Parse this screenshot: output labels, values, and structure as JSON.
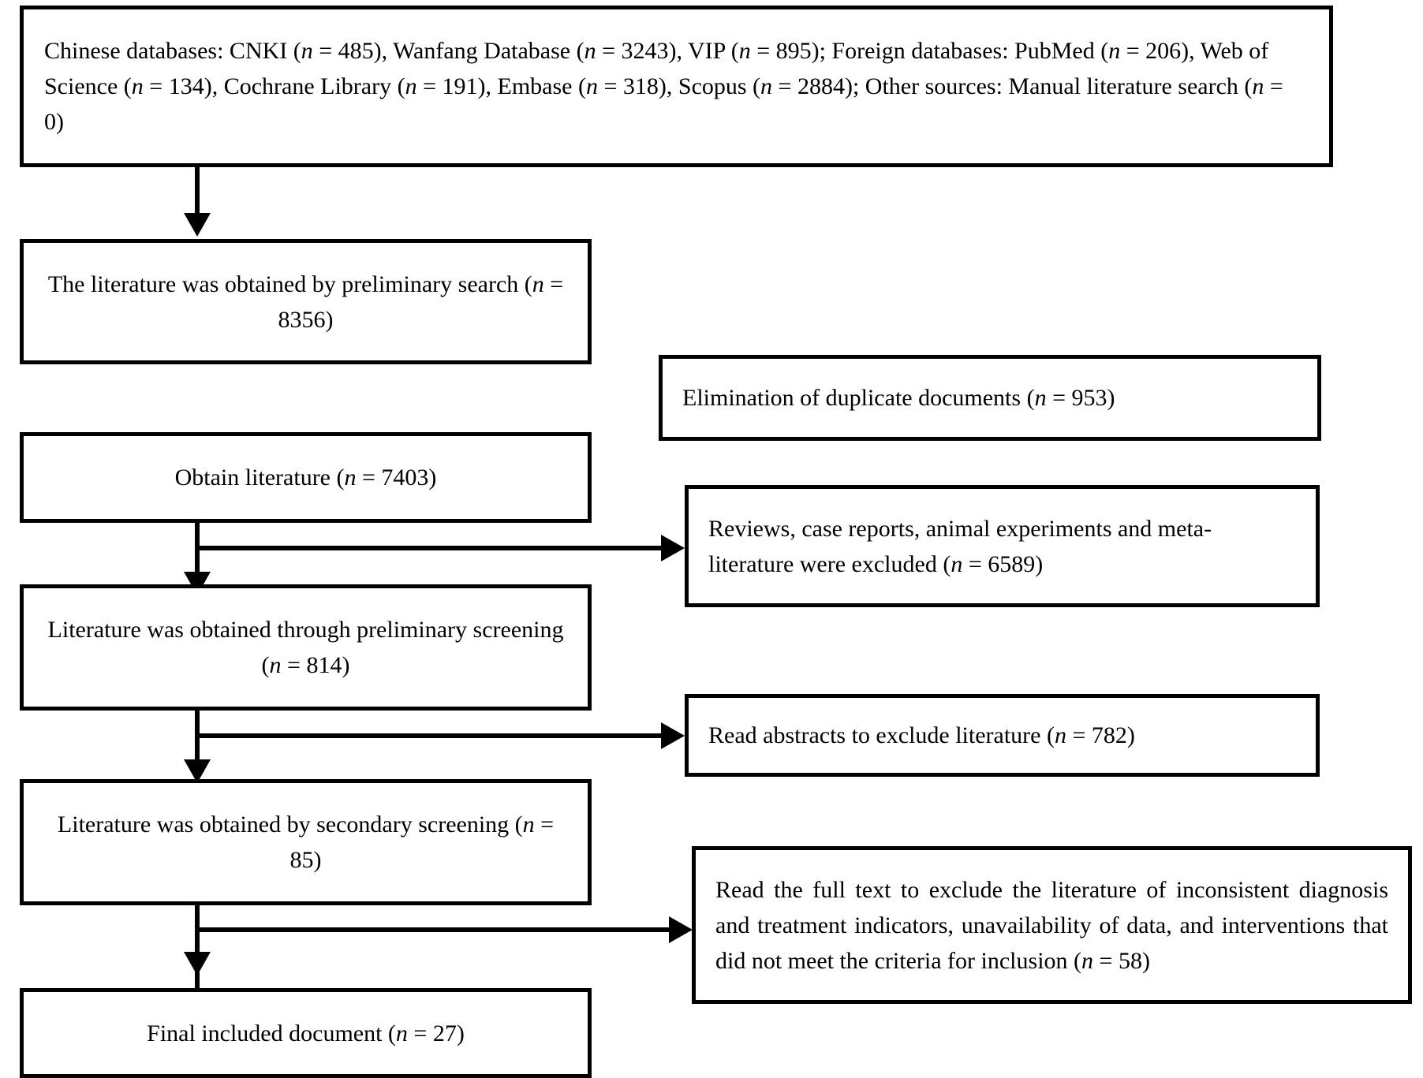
{
  "diagram": {
    "type": "prisma-flow-diagram",
    "title": "",
    "nodes": [
      {
        "id": "sources",
        "role": "identification-sources",
        "text": "Chinese databases: CNKI (n = 485), Wanfang Database (n = 3243), VIP (n = 895); Foreign databases: PubMed (n = 206), Web of Science (n = 134), Cochrane Library (n = 191), Embase (n = 318), Scopus (n = 2884); Other sources: Manual literature search (n = 0)",
        "counts": {
          "CNKI": 485,
          "Wanfang Database": 3243,
          "VIP": 895,
          "PubMed": 206,
          "Web of Science": 134,
          "Cochrane Library": 191,
          "Embase": 318,
          "Scopus": 2884,
          "Manual literature search": 0
        }
      },
      {
        "id": "preliminary-search",
        "role": "records-identified",
        "text": "The literature was obtained by preliminary search (n = 8356)",
        "n": 8356
      },
      {
        "id": "duplicates-removed",
        "role": "exclusion",
        "text": "Elimination of duplicate documents (n = 953)",
        "n": 953
      },
      {
        "id": "obtain-literature",
        "role": "records-after-duplicates",
        "text": "Obtain literature (n = 7403)",
        "n": 7403
      },
      {
        "id": "type-excluded",
        "role": "exclusion",
        "text": "Reviews, case reports, animal experiments and meta-literature were excluded (n = 6589)",
        "n": 6589
      },
      {
        "id": "preliminary-screening",
        "role": "records-screened",
        "text": "Literature was obtained through preliminary screening (n = 814)",
        "n": 814
      },
      {
        "id": "abstracts-excluded",
        "role": "exclusion",
        "text": "Read abstracts to exclude literature (n = 782)",
        "n": 782
      },
      {
        "id": "secondary-screening",
        "role": "full-text-assessed",
        "text": "Literature was obtained by secondary screening (n = 85)",
        "n": 85
      },
      {
        "id": "fulltext-excluded",
        "role": "exclusion",
        "text": "Read the full text to exclude the literature of inconsistent diagnosis and treatment indicators, unavailability of data, and interventions that did not meet the criteria for inclusion (n = 58)",
        "n": 58
      },
      {
        "id": "final-included",
        "role": "studies-included",
        "text": "Final included document (n = 27)",
        "n": 27
      }
    ]
  },
  "boxes": {
    "sources": {
      "line1_a": "Chinese databases: CNKI (",
      "line1_n1": "n",
      "line1_b": " = 485), Wanfang Database (",
      "line1_n2": "n",
      "line1_c": " = 3243), VIP (",
      "line1_n3": "n",
      "line1_d": " = 895); Foreign databases: PubMed (",
      "line1_n4": "n",
      "line1_e": " = 206), Web of Science (",
      "line1_n5": "n",
      "line1_f": " = 134), Cochrane Library (",
      "line1_n6": "n",
      "line1_g": " = 191), Embase (",
      "line1_n7": "n",
      "line1_h": " = 318), Scopus (",
      "line1_n8": "n",
      "line1_i": " = 2884); Other sources: Manual literature search (",
      "line1_n9": "n",
      "line1_j": " = 0)"
    },
    "preliminary_search": {
      "a": "The literature was obtained by preliminary search (",
      "n": "n",
      "b": " = 8356)"
    },
    "duplicates": {
      "a": "Elimination of duplicate documents (",
      "n": "n",
      "b": " = 953)"
    },
    "obtain": {
      "a": "Obtain literature (",
      "n": "n",
      "b": " = 7403)"
    },
    "type_excluded": {
      "a": "Reviews, case reports, animal experiments and meta-literature were excluded (",
      "n": "n",
      "b": " = 6589)"
    },
    "preliminary_screening": {
      "a": "Literature was obtained through preliminary screening (",
      "n": "n",
      "b": " = 814)"
    },
    "abstracts": {
      "a": "Read abstracts to exclude literature (",
      "n": "n",
      "b": " = 782)"
    },
    "secondary_screening": {
      "a": "Literature was obtained by secondary screening (",
      "n": "n",
      "b": " = 85)"
    },
    "fulltext": {
      "a": "Read the full text to exclude the literature of inconsistent diagnosis and treatment indicators, unavailability of data, and interventions that did not meet the criteria for inclusion (",
      "n": "n",
      "b": " = 58)"
    },
    "final": {
      "a": "Final included document (",
      "n": "n",
      "b": " = 27)"
    }
  },
  "style": {
    "border_color": "#000000",
    "background": "#ffffff",
    "text_color": "#000000"
  }
}
